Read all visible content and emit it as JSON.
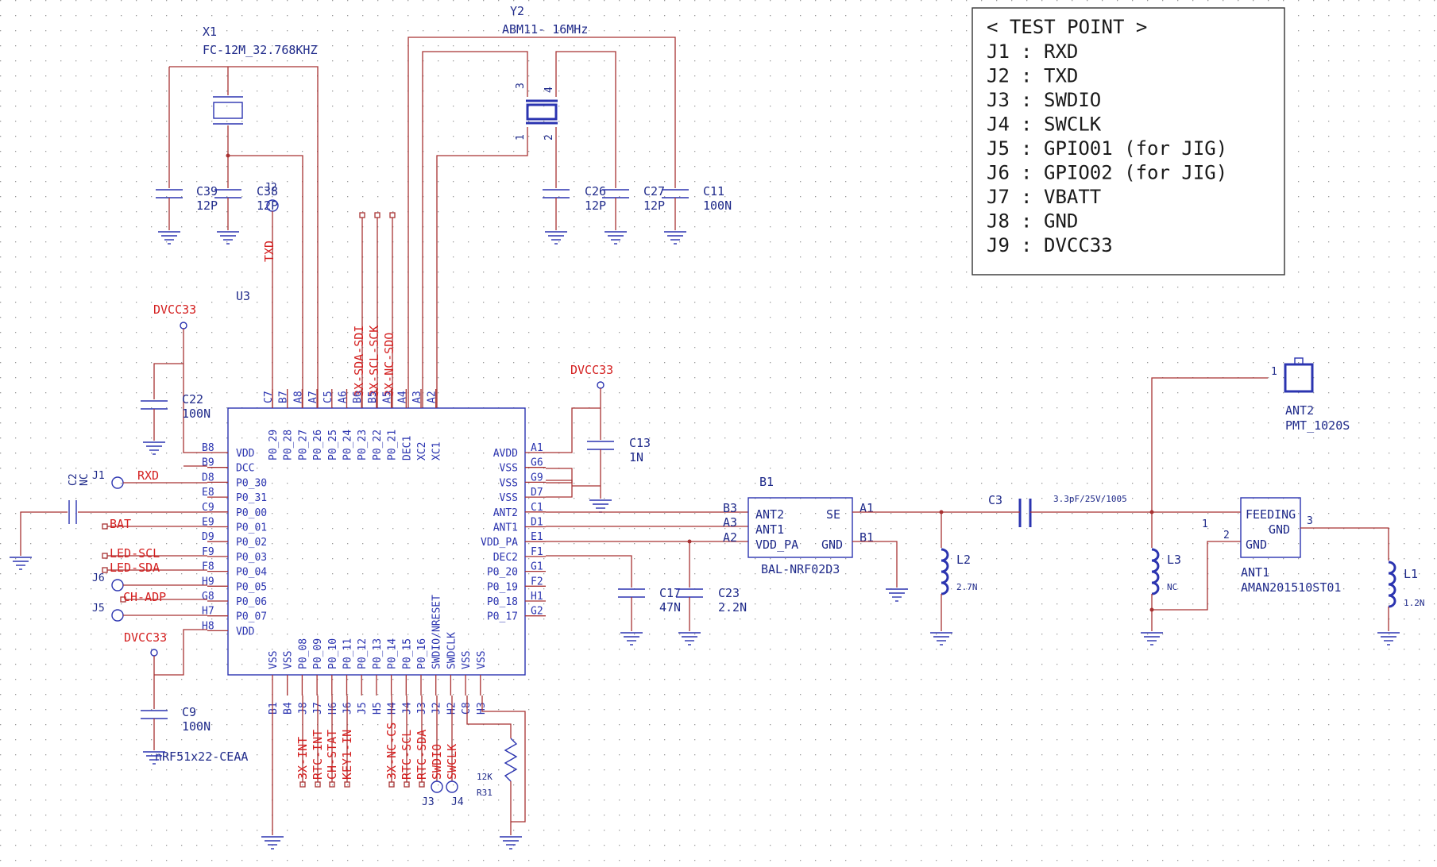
{
  "test_point": {
    "title": "< TEST POINT >",
    "rows": [
      {
        "id": "J1",
        "sep": ":",
        "signal": "RXD"
      },
      {
        "id": "J2",
        "sep": ":",
        "signal": "TXD"
      },
      {
        "id": "J3",
        "sep": ":",
        "signal": "SWDIO"
      },
      {
        "id": "J4",
        "sep": ":",
        "signal": "SWCLK"
      },
      {
        "id": "J5",
        "sep": ":",
        "signal": "GPIO01 (for JIG)"
      },
      {
        "id": "J6",
        "sep": ":",
        "signal": "GPIO02 (for JIG)"
      },
      {
        "id": "J7",
        "sep": ":",
        "signal": "VBATT"
      },
      {
        "id": "J8",
        "sep": ":",
        "signal": "GND"
      },
      {
        "id": "J9",
        "sep": ":",
        "signal": "DVCC33"
      }
    ]
  },
  "x1": {
    "ref": "X1",
    "value": "FC-12M_32.768KHZ"
  },
  "y2": {
    "ref": "Y2",
    "value": "ABM11- 16MHz",
    "pins": [
      "3",
      "4",
      "1",
      "2"
    ]
  },
  "caps": {
    "c39": {
      "ref": "C39",
      "value": "12P"
    },
    "c38": {
      "ref": "C38",
      "value": "12P"
    },
    "c26": {
      "ref": "C26",
      "value": "12P"
    },
    "c27": {
      "ref": "C27",
      "value": "12P"
    },
    "c11": {
      "ref": "C11",
      "value": "100N"
    },
    "c22": {
      "ref": "C22",
      "value": "100N"
    },
    "c13": {
      "ref": "C13",
      "value": "1N"
    },
    "c2": {
      "ref": "C2",
      "value": "NC"
    },
    "c9": {
      "ref": "C9",
      "value": "100N"
    },
    "c17": {
      "ref": "C17",
      "value": "47N"
    },
    "c23": {
      "ref": "C23",
      "value": "2.2N"
    },
    "c3": {
      "ref": "C3",
      "value": "3.3pF/25V/1005"
    }
  },
  "u3": {
    "ref": "U3",
    "part": "nRF51x22-CEAA",
    "top_pins": [
      {
        "ball": "C7",
        "name": "P0_29"
      },
      {
        "ball": "B7",
        "name": "P0_28"
      },
      {
        "ball": "A8",
        "name": "P0_27"
      },
      {
        "ball": "A7",
        "name": "P0_26"
      },
      {
        "ball": "C5",
        "name": "P0_25"
      },
      {
        "ball": "A6",
        "name": "P0_24"
      },
      {
        "ball": "B6",
        "name": "P0_23"
      },
      {
        "ball": "B5",
        "name": "P0_22"
      },
      {
        "ball": "A5",
        "name": "P0_21"
      },
      {
        "ball": "A4",
        "name": "DEC1"
      },
      {
        "ball": "A3",
        "name": "XC2"
      },
      {
        "ball": "A2",
        "name": "XC1"
      }
    ],
    "left_pins": [
      {
        "ball": "B8",
        "name": "VDD"
      },
      {
        "ball": "B9",
        "name": "DCC"
      },
      {
        "ball": "D8",
        "name": "P0_30"
      },
      {
        "ball": "E8",
        "name": "P0_31"
      },
      {
        "ball": "C9",
        "name": "P0_00"
      },
      {
        "ball": "E9",
        "name": "P0_01"
      },
      {
        "ball": "D9",
        "name": "P0_02"
      },
      {
        "ball": "F9",
        "name": "P0_03"
      },
      {
        "ball": "F8",
        "name": "P0_04"
      },
      {
        "ball": "H9",
        "name": "P0_05"
      },
      {
        "ball": "G8",
        "name": "P0_06"
      },
      {
        "ball": "H7",
        "name": "P0_07"
      },
      {
        "ball": "H8",
        "name": "VDD"
      }
    ],
    "right_pins": [
      {
        "ball": "A1",
        "name": "AVDD"
      },
      {
        "ball": "G6",
        "name": "VSS"
      },
      {
        "ball": "G9",
        "name": "VSS"
      },
      {
        "ball": "D7",
        "name": "VSS"
      },
      {
        "ball": "C1",
        "name": "ANT2"
      },
      {
        "ball": "D1",
        "name": "ANT1"
      },
      {
        "ball": "E1",
        "name": "VDD_PA"
      },
      {
        "ball": "F1",
        "name": "DEC2"
      },
      {
        "ball": "G1",
        "name": "P0_20"
      },
      {
        "ball": "F2",
        "name": "P0_19"
      },
      {
        "ball": "H1",
        "name": "P0_18"
      },
      {
        "ball": "G2",
        "name": "P0_17"
      }
    ],
    "bottom_pins": [
      {
        "ball": "B1",
        "name": "VSS"
      },
      {
        "ball": "B4",
        "name": "VSS"
      },
      {
        "ball": "J8",
        "name": "P0_08"
      },
      {
        "ball": "J7",
        "name": "P0_09"
      },
      {
        "ball": "H6",
        "name": "P0_10"
      },
      {
        "ball": "J6",
        "name": "P0_11"
      },
      {
        "ball": "J5",
        "name": "P0_12"
      },
      {
        "ball": "H5",
        "name": "P0_13"
      },
      {
        "ball": "H4",
        "name": "P0_14"
      },
      {
        "ball": "J4",
        "name": "P0_15"
      },
      {
        "ball": "J3",
        "name": "P0_16"
      },
      {
        "ball": "J2",
        "name": "SWDIO/NRESET"
      },
      {
        "ball": "H2",
        "name": "SWDCLK"
      },
      {
        "ball": "C8",
        "name": "VSS"
      },
      {
        "ball": "H3",
        "name": "VSS"
      }
    ]
  },
  "nets": {
    "dvcc33": "DVCC33",
    "txd": "TXD",
    "rxd": "RXD",
    "bat": "BAT",
    "led_scl": "LED-SCL",
    "led_sda": "LED-SDA",
    "ch_adp": "CH-ADP",
    "top_nets": [
      "3X-SDA-SDI",
      "3X-SCL-SCK",
      "3X-NC-SDO"
    ],
    "bottom_nets": [
      "3X-INT",
      "RTC-INT",
      "CH-STAT",
      "KEY1-IN",
      "3X-NC-CS",
      "RTC-SCL",
      "RTC-SDA",
      "SWDIO",
      "SWCLK"
    ]
  },
  "jacks": {
    "j1": "J1",
    "j2": "J2",
    "j3": "J3",
    "j4": "J4",
    "j5": "J5",
    "j6": "J6"
  },
  "r31": {
    "ref": "R31",
    "value": "12K"
  },
  "b1": {
    "ref": "B1",
    "part": "BAL-NRF02D3",
    "left_pins": [
      "ANT2",
      "ANT1",
      "VDD_PA"
    ],
    "left_balls": [
      "B3",
      "A3",
      "A2"
    ],
    "right_pins": [
      "SE",
      "GND"
    ],
    "right_balls": [
      "A1",
      "B1"
    ]
  },
  "l2": {
    "ref": "L2",
    "value": "2.7N"
  },
  "l3": {
    "ref": "L3",
    "value": "NC"
  },
  "l1": {
    "ref": "L1",
    "value": "1.2N"
  },
  "ant1": {
    "ref": "ANT1",
    "part": "AMAN201510ST01",
    "pins": [
      "FEEDING",
      "GND",
      "GND"
    ],
    "pin_numbers": [
      "1",
      "2",
      "3"
    ]
  },
  "ant2": {
    "ref": "ANT2",
    "part": "PMT_1020S",
    "pin": "1"
  }
}
